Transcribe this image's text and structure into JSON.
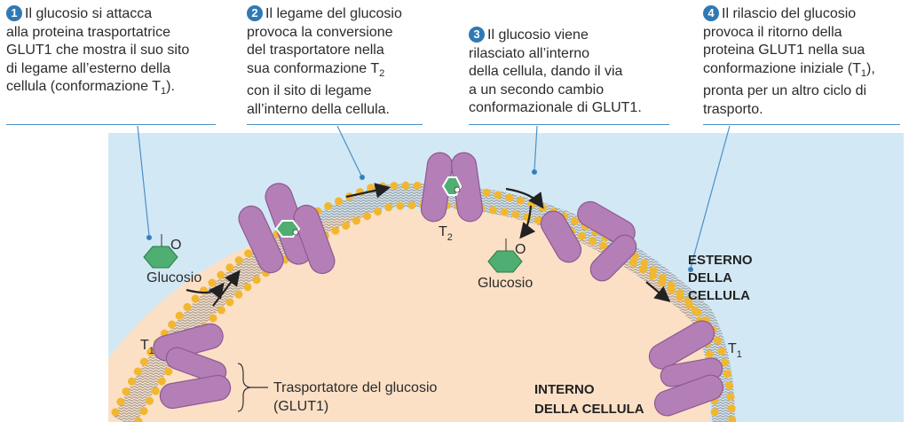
{
  "steps": [
    {
      "number": "1",
      "lines": [
        "Il glucosio si attacca",
        "alla proteina trasportatrice",
        "GLUT1 che mostra il suo sito",
        "di legame all’esterno della",
        "cellula (conformazione T",
        "1",
        ")."
      ]
    },
    {
      "number": "2",
      "lines": [
        "Il legame del glucosio",
        "provoca la conversione",
        "del trasportatore nella",
        "sua conformazione T",
        "2",
        "con il sito di legame",
        "all’interno della cellula."
      ]
    },
    {
      "number": "3",
      "lines": [
        "Il glucosio viene",
        "rilasciato all’interno",
        "della cellula, dando il via",
        "a un secondo cambio",
        "conformazionale di GLUT1."
      ]
    },
    {
      "number": "4",
      "lines": [
        "Il rilascio del glucosio",
        "provoca il ritorno della",
        "proteina GLUT1 nella sua",
        "conformazione iniziale (T",
        "1",
        "),",
        "pronta per un altro ciclo di",
        "trasporto."
      ]
    }
  ],
  "labels": {
    "glucose_left": "Glucosio",
    "glucose_right": "Glucosio",
    "t1_left": "T",
    "t1_left_sub": "1",
    "t2": "T",
    "t2_sub": "2",
    "t1_right": "T",
    "t1_right_sub": "1",
    "transporter_line1": "Trasportatore del glucosio",
    "transporter_line2": "(GLUT1)",
    "outside_line1": "ESTERNO",
    "outside_line2": "DELLA",
    "outside_line3": "CELLULA",
    "inside_line1": "INTERNO",
    "inside_line2": "DELLA CELLULA",
    "ring_o": "O"
  },
  "colors": {
    "outside": "#d3e8f5",
    "inside": "#fbe0c6",
    "protein": "#b47fb6",
    "protein_dark": "#8d5a90",
    "glucose": "#4fae71",
    "lipid_head": "#f2b731",
    "accent": "#2f79b5"
  }
}
